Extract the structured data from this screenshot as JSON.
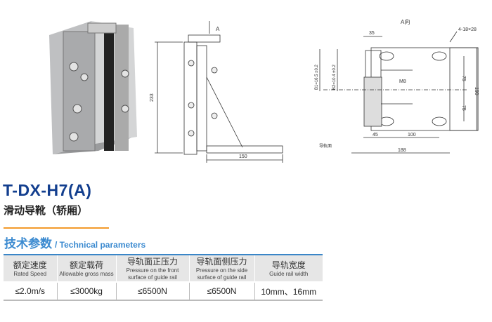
{
  "product": {
    "title": "T-DX-H7(A)",
    "subtitle": "滑动导靴（轿厢）"
  },
  "section": {
    "title_cn": "技术参数",
    "title_en": "/ Technical parameters"
  },
  "table": {
    "headers": [
      {
        "cn": "额定速度",
        "en": "Rated Speed"
      },
      {
        "cn": "额定载荷",
        "en": "Allowable gross mass"
      },
      {
        "cn": "导轨面正压力",
        "en": "Pressure on the front surface of guide rail"
      },
      {
        "cn": "导轨面侧压力",
        "en": "Pressure on the side surface of guide rail"
      },
      {
        "cn": "导轨宽度",
        "en": "Guide rail width"
      }
    ],
    "rows": [
      [
        "≤2.0m/s",
        "≤3000kg",
        "≤6500N",
        "≤6500N",
        "10mm、16mm"
      ]
    ]
  },
  "side_drawing": {
    "view_label": "A",
    "height_dim": "233",
    "width_dim": "150"
  },
  "front_drawing": {
    "view_title": "A向",
    "dim_35": "35",
    "slot_label": "4-18×28",
    "b1": "B1=16.5  ±0.2",
    "b2": "B2=10.4  ±0.2",
    "bolt": "M8",
    "dim_75a": "75",
    "dim_75b": "75",
    "dim_190": "190",
    "dim_45": "45",
    "dim_100": "100",
    "dim_188": "188",
    "rail_label": "导轨面"
  },
  "colors": {
    "title": "#123e8e",
    "accent": "#f39a2a",
    "section": "#3b8ad0"
  }
}
